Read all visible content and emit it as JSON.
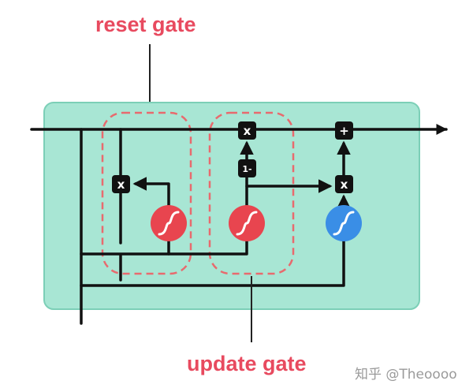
{
  "labels": {
    "reset_gate": "reset gate",
    "update_gate": "update gate"
  },
  "operators": {
    "multiply_reset": "x",
    "multiply_update": "x",
    "multiply_output": "x",
    "add": "+",
    "one_minus": "1-"
  },
  "watermark": "知乎 @Theoooo",
  "colors": {
    "cell_fill": "#a8e6d4",
    "cell_border": "#7ccfb7",
    "line": "#111111",
    "gate_label": "#e84a5f",
    "sigmoid_red": "#e8454f",
    "tanh_blue": "#3a8ee6",
    "operator_box": "#111111"
  },
  "icons": {
    "sigmoid": "sigmoid-curve-icon",
    "tanh": "tanh-curve-icon"
  }
}
